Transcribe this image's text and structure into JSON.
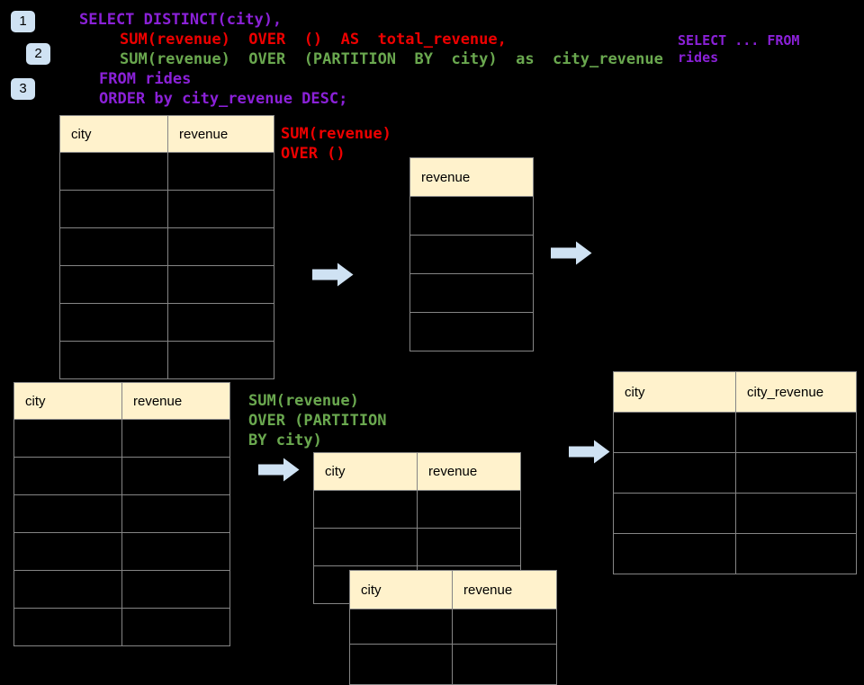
{
  "colors": {
    "background": "#000000",
    "sql_purple": "#8b21d8",
    "sql_red": "#ee0000",
    "sql_green": "#6aa84f",
    "badge_blue": "#cfe2f3",
    "arrow_blue": "#cfe2f3",
    "table_header_fill": "#fff2cc",
    "table_border": "#858585"
  },
  "steps": [
    "1",
    "2",
    "3"
  ],
  "sql": {
    "line1": "SELECT DISTINCT(city),",
    "line2": "SUM(revenue)  OVER  ()  AS  total_revenue,",
    "line3": "SUM(revenue)  OVER  (PARTITION  BY  city)  as  city_revenue",
    "line4": "FROM rides",
    "line5": "ORDER by city_revenue DESC;"
  },
  "note": {
    "line1": "SELECT ... FROM",
    "line2": "rides"
  },
  "labels": {
    "total": {
      "line1": "SUM(revenue)",
      "line2": "OVER ()"
    },
    "partition": {
      "line1": "SUM(revenue)",
      "line2": "OVER (PARTITION",
      "line3": "BY city)"
    }
  },
  "tables": {
    "source_top": {
      "columns": [
        "city",
        "revenue"
      ],
      "empty_rows": 6
    },
    "total_result": {
      "columns": [
        "revenue"
      ],
      "empty_rows": 4
    },
    "source_bottom": {
      "columns": [
        "city",
        "revenue"
      ],
      "empty_rows": 6
    },
    "partition_mid": {
      "columns": [
        "city",
        "revenue"
      ],
      "empty_rows": 3
    },
    "partition_front": {
      "columns": [
        "city",
        "revenue"
      ],
      "empty_rows": 2
    },
    "city_revenue_result": {
      "columns": [
        "city",
        "city_revenue"
      ],
      "empty_rows": 4
    }
  }
}
